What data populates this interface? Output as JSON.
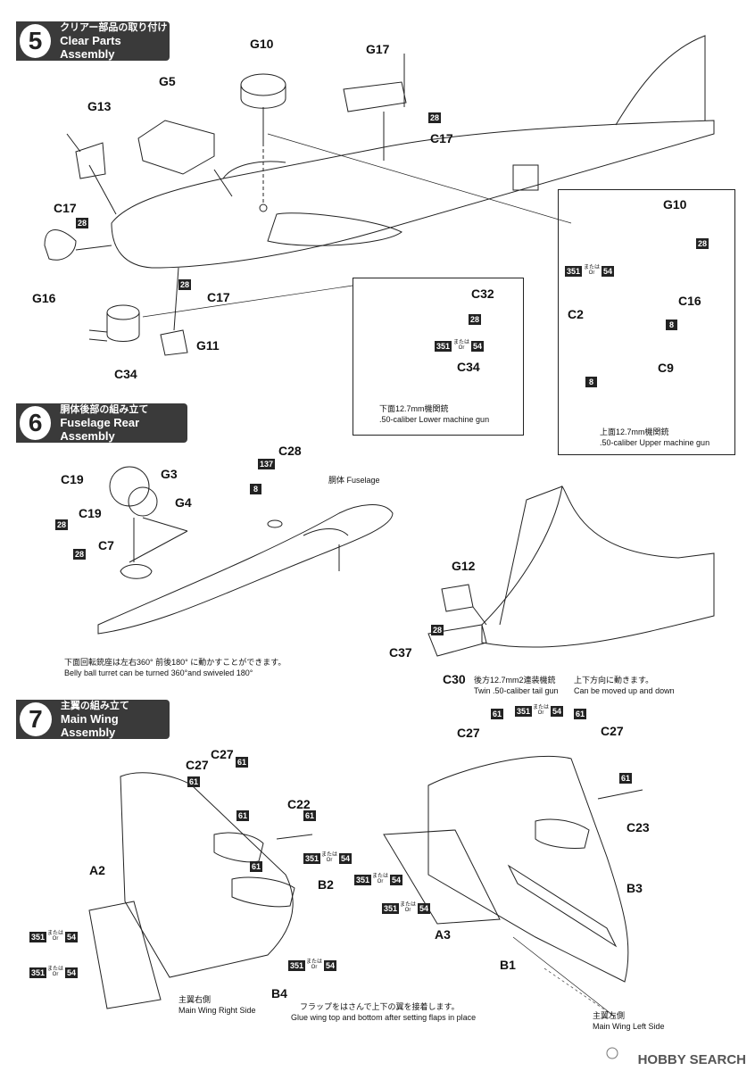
{
  "steps": {
    "s5": {
      "num": "5",
      "jp": "クリアー部品の取り付け",
      "en": "Clear Parts Assembly"
    },
    "s6": {
      "num": "6",
      "jp": "胴体後部の組み立て",
      "en": "Fuselage Rear Assembly"
    },
    "s7": {
      "num": "7",
      "jp": "主翼の組み立て",
      "en": "Main Wing Assembly"
    }
  },
  "parts": {
    "G10": "G10",
    "G17": "G17",
    "G5": "G5",
    "G13": "G13",
    "C17": "C17",
    "G16": "G16",
    "C34": "C34",
    "G11": "G11",
    "C32": "C32",
    "C2": "C2",
    "C9": "C9",
    "C16": "C16",
    "C28": "C28",
    "C19": "C19",
    "G3": "G3",
    "G4": "G4",
    "C7": "C7",
    "G12": "G12",
    "C37": "C37",
    "C30": "C30",
    "C27": "C27",
    "C22": "C22",
    "A2": "A2",
    "B2": "B2",
    "B4": "B4",
    "C23": "C23",
    "B3": "B3",
    "A3": "A3",
    "B1": "B1"
  },
  "paints": {
    "p28": "28",
    "p8": "8",
    "p351": "351",
    "p54": "54",
    "p137": "137",
    "p61": "61",
    "mata": "または Or"
  },
  "notes": {
    "lower_gun_jp": "下面12.7mm機関銃",
    "lower_gun_en": ".50-caliber Lower machine gun",
    "upper_gun_jp": "上面12.7mm機関銃",
    "upper_gun_en": ".50-caliber Upper machine gun",
    "fuselage_jp": "胴体",
    "fuselage_en": "Fuselage",
    "turret_jp": "下面回転銃座は左右360° 前後180° に動かすことができます。",
    "turret_en": "Belly ball turret can be turned 360°and swiveled 180°",
    "tail_gun_jp": "後方12.7mm2連装機銃",
    "tail_gun_en": "Twin .50-caliber tail gun",
    "updown_jp": "上下方向に動きます。",
    "updown_en": "Can be moved up and down",
    "right_wing_jp": "主翼右側",
    "right_wing_en": "Main Wing Right Side",
    "flaps_jp": "フラップをはさんで上下の翼を接着します。",
    "flaps_en": "Glue wing top and bottom after setting flaps in place",
    "left_wing_jp": "主翼左側",
    "left_wing_en": "Main Wing Left Side"
  },
  "watermark": "HOBBY SEARCH"
}
